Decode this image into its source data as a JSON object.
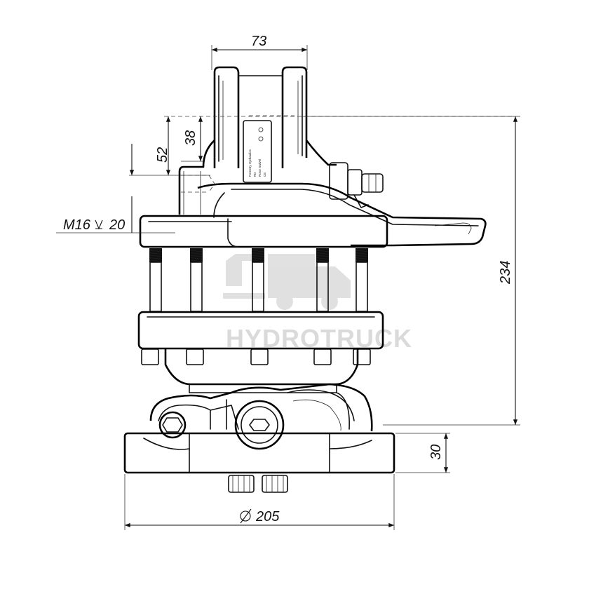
{
  "drawing": {
    "dimensions": {
      "top_width": "73",
      "dim_52": "52",
      "dim_38": "38",
      "thread": "M16",
      "thread_depth": "20",
      "overall_height": "234",
      "base_height": "30",
      "base_diameter": "205"
    },
    "watermark": {
      "brand": "HYDROTRUCK",
      "color": "#bdbdbd"
    },
    "label_plate": [
      "Forestry Hydraulics",
      "RD",
      "Rotor Swivel",
      "CE"
    ],
    "line_color": "#111111",
    "background": "#ffffff"
  }
}
